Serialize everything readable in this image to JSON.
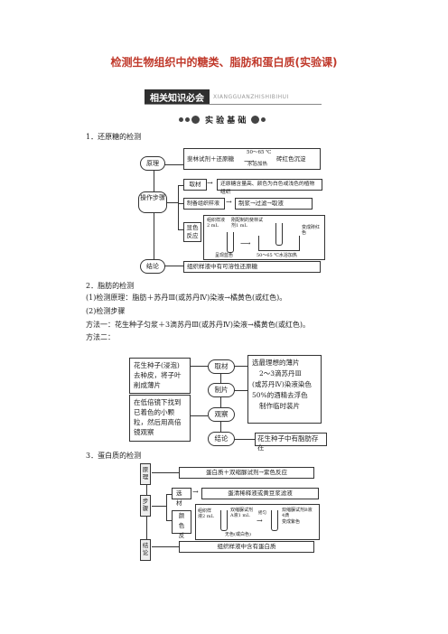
{
  "title": "检测生物组织中的糖类、脂肪和蛋白质(实验课)",
  "banner": {
    "label": "相关知识必会",
    "pinyin": "XIANGGUANZHISHIBIHUI"
  },
  "basics": "实 验 基 础",
  "s1": {
    "heading": "1．还原糖的检测",
    "principle": "原理",
    "principle_text": "斐林试剂＋还原糖",
    "cond_top": "50～65 ℃",
    "cond_bottom": "水浴加热",
    "principle_result": "砖红色沉淀",
    "steps": "操作步骤",
    "material": "取材",
    "material_text": "还原糖含量高、颜色为白色或浅色的植物组织",
    "prep": "制备组织样液",
    "prep_text": "制浆→过滤→取液",
    "color": "显色反应",
    "tube_a1": "组织样液2 mL",
    "tube_a2": "刚配制的斐林试剂1 mL",
    "tube_a3": "呈现蓝色",
    "tube_b1": "变成砖红色",
    "tube_b2": "50～65 ℃水浴加热",
    "conclusion": "结论",
    "conclusion_text": "组织样液中有可溶性还原糖"
  },
  "s2": {
    "heading": "2．脂肪的检测",
    "line1": "(1)检测原理：脂肪＋苏丹Ⅲ(或苏丹Ⅳ)染液→橘黄色(或红色)。",
    "line2": "(2)检测步骤",
    "line3": "方法一：花生种子匀浆＋3滴苏丹Ⅲ(或苏丹Ⅳ)染液→橘黄色(或红色)。",
    "line4": "方法二：",
    "left1": "花生种子(浸泡)去种皮，将子叶削成薄片",
    "left2": "在低倍镜下找到已着色的小颗粒，然后用高倍镜观察",
    "n1": "取材",
    "n2": "制片",
    "n3": "观察",
    "n4": "结论",
    "r1a": "选最理想的薄片",
    "r1b": "2～3滴苏丹Ⅲ",
    "r1c": "(或苏丹Ⅳ)染液染色",
    "r1d": "50%的酒精去浮色",
    "r1e": "制作临时装片",
    "r2": "花生种子中有脂肪存在"
  },
  "s3": {
    "heading": "3．蛋白质的检测",
    "principle": "原理",
    "principle_text": "蛋白质＋双缩脲试剂→紫色反应",
    "steps": "步骤",
    "material": "选材",
    "material_text": "蛋清稀释液或黄豆浆滤液",
    "color": "颜色反应",
    "t1": "组织样液2 mL",
    "t2": "双缩脲试剂A液1 mL",
    "t3": "无色(或白色)",
    "t4": "摇匀",
    "t5": "双缩脲试剂B液4滴",
    "t6": "变成紫色",
    "conclusion": "结论",
    "conclusion_text": "组织样液中含有蛋白质"
  }
}
